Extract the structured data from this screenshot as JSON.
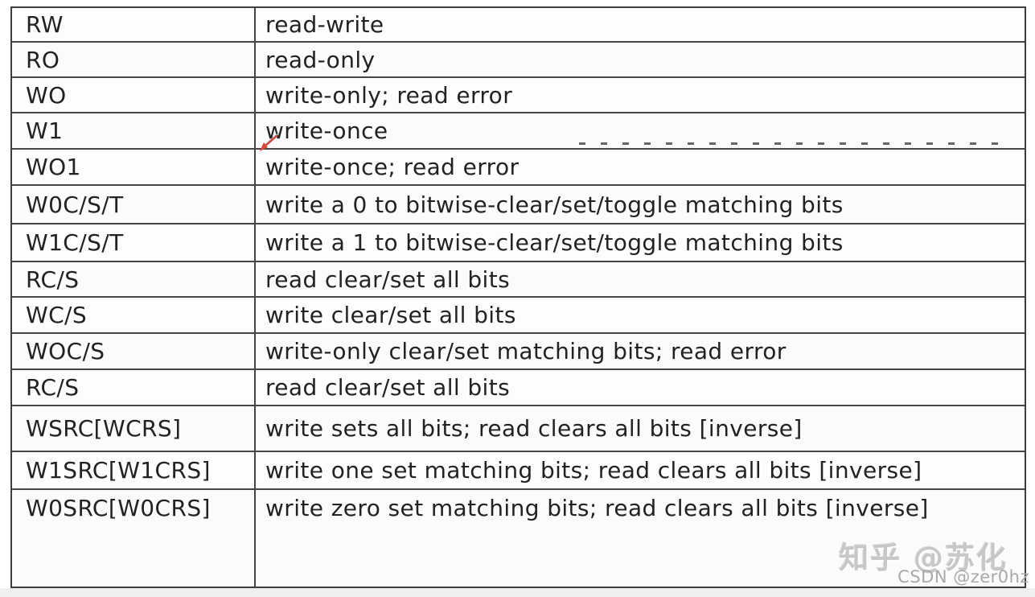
{
  "table": {
    "columns": [
      "abbreviation",
      "description"
    ],
    "border_color": "#454545",
    "text_color": "#222222",
    "rows": [
      {
        "abbr": "RW",
        "desc": "read-write"
      },
      {
        "abbr": "RO",
        "desc": "read-only"
      },
      {
        "abbr": "WO",
        "desc": "write-only; read error"
      },
      {
        "abbr": "W1",
        "desc": "write-once"
      },
      {
        "abbr": "WO1",
        "desc": "write-once; read error"
      },
      {
        "abbr": "W0C/S/T",
        "desc": "write a 0 to bitwise-clear/set/toggle matching bits"
      },
      {
        "abbr": "W1C/S/T",
        "desc": "write a 1 to bitwise-clear/set/toggle matching bits"
      },
      {
        "abbr": "RC/S",
        "desc": "read clear/set all bits"
      },
      {
        "abbr": "WC/S",
        "desc": "write clear/set all bits"
      },
      {
        "abbr": "WOC/S",
        "desc": "write-only clear/set matching bits; read error"
      },
      {
        "abbr": "RC/S",
        "desc": "read clear/set all bits"
      },
      {
        "abbr": "WSRC[WCRS]",
        "desc": "write sets all bits; read clears all bits [inverse]"
      },
      {
        "abbr": "W1SRC[W1CRS]",
        "desc": "write one set matching bits; read clears all bits [inverse]"
      },
      {
        "abbr": "W0SRC[W0CRS]",
        "desc": "write zero set matching bits; read clears all bits [inverse]"
      }
    ]
  },
  "annotations": {
    "cursor_arrow_color": "#d9453a",
    "cursor_arrow_accent": "#8fbcb4",
    "dashed_artifact_color": "#4c4c4c"
  },
  "watermarks": {
    "zhihu": "知乎 @苏化",
    "csdn": "CSDN @zer0hz"
  }
}
